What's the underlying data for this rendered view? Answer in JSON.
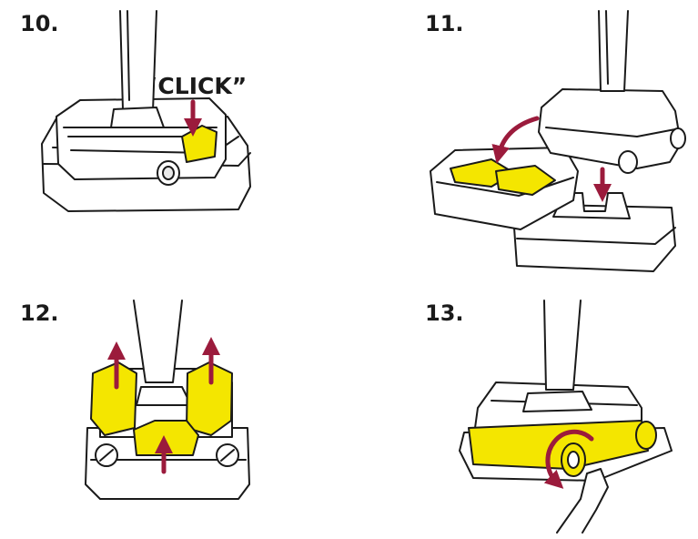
{
  "steps": [
    {
      "number": "10.",
      "caption": "“CLICK”"
    },
    {
      "number": "11."
    },
    {
      "number": "12."
    },
    {
      "number": "13."
    }
  ],
  "colors": {
    "line": "#1a1a1a",
    "accent_yellow": "#f4e600",
    "arrow_red": "#9b1b3c",
    "fill_white": "#ffffff",
    "fill_gray": "#e9e9e9"
  }
}
